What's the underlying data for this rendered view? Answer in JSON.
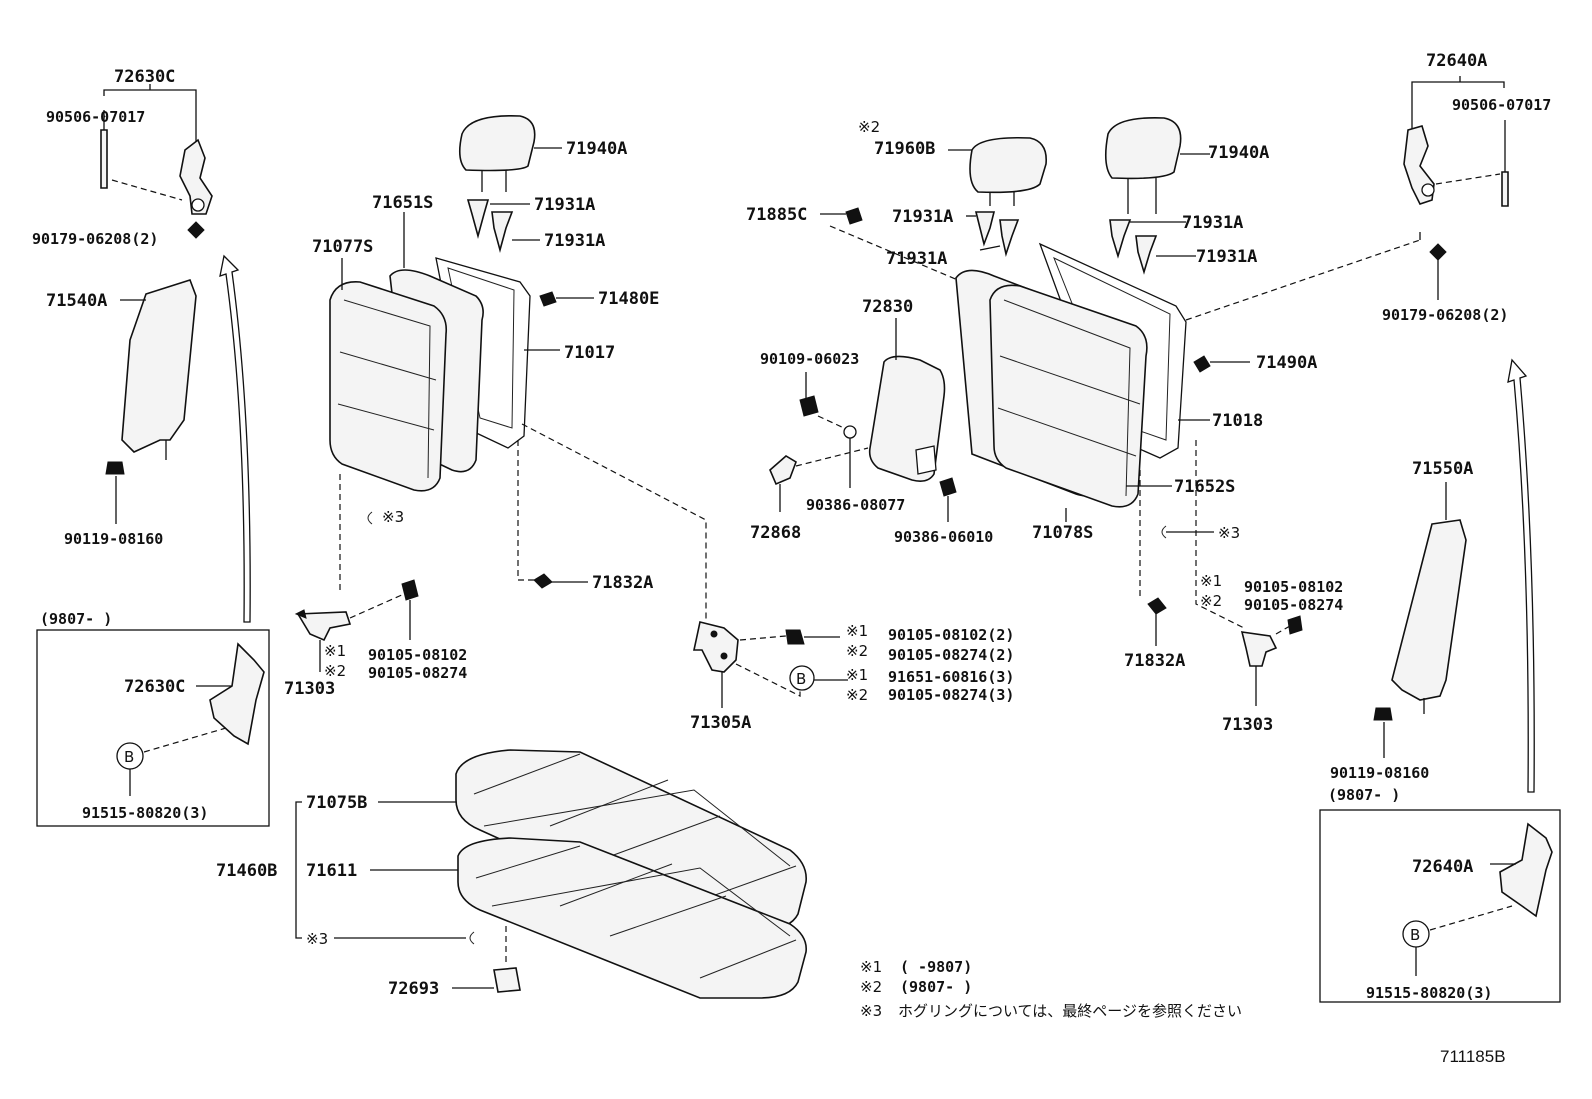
{
  "labels": {
    "p72630C_top": "72630C",
    "p90506_left": "90506-07017",
    "p90179_left": "90179-06208(2)",
    "p71540A": "71540A",
    "p90119_left": "90119-08160",
    "p71940A_left": "71940A",
    "p71651S": "71651S",
    "p71931A_l1": "71931A",
    "p71931A_l2": "71931A",
    "p71077S": "71077S",
    "p71480E": "71480E",
    "p71017": "71017",
    "p71832A_left": "71832A",
    "p71303_left": "71303",
    "p90105_08102_left": "90105-08102",
    "p90105_08274_left": "90105-08274",
    "p71305A": "71305A",
    "p90105_08102_c": "90105-08102(2)",
    "p90105_08274_c": "90105-08274(2)",
    "p91651_c": "91651-60816(3)",
    "p90105_08274_c3": "90105-08274(3)",
    "p71960B": "71960B",
    "p71885C": "71885C",
    "p71931A_m1": "71931A",
    "p71931A_m2": "71931A",
    "p71940A_right": "71940A",
    "p71931A_r1": "71931A",
    "p71931A_r2": "71931A",
    "p72830": "72830",
    "p90109": "90109-06023",
    "p71490A": "71490A",
    "p71018": "71018",
    "p90386_08077": "90386-08077",
    "p72868": "72868",
    "p90386_06010": "90386-06010",
    "p71078S": "71078S",
    "p71652S": "71652S",
    "p90105_08102_r": "90105-08102",
    "p90105_08274_r": "90105-08274",
    "p71832A_right": "71832A",
    "p71303_right": "71303",
    "p72640A_top": "72640A",
    "p90506_right": "90506-07017",
    "p90179_right": "90179-06208(2)",
    "p71550A": "71550A",
    "p90119_right": "90119-08160",
    "p71075B": "71075B",
    "p71460B": "71460B",
    "p71611": "71611",
    "p72693": "72693",
    "p72630C_box": "72630C",
    "p91515_left": "91515-80820(3)",
    "p72640A_box": "72640A",
    "p91515_right": "91515-80820(3)"
  },
  "marks": {
    "star2_top": "※2",
    "star3_left": "※3",
    "star1_left": "※1",
    "star2_left": "※2",
    "star1_c": "※1",
    "star2_c": "※2",
    "star1_c3": "※1",
    "star2_c3": "※2",
    "star3_right": "※3",
    "star1_right": "※1",
    "star2_right": "※2",
    "star3_bottom": "※3",
    "circle_b": "B"
  },
  "boxes": {
    "left_date": "(9807-          )",
    "right_date": "(9807-          )"
  },
  "legend": {
    "l1_mark": "※1",
    "l1_text": "(          -9807)",
    "l2_mark": "※2",
    "l2_text": "(9807-          )",
    "l3_mark": "※3",
    "l3_text": "ホグリングについては、最終ページを参照ください"
  },
  "diagram_code": "711185B"
}
